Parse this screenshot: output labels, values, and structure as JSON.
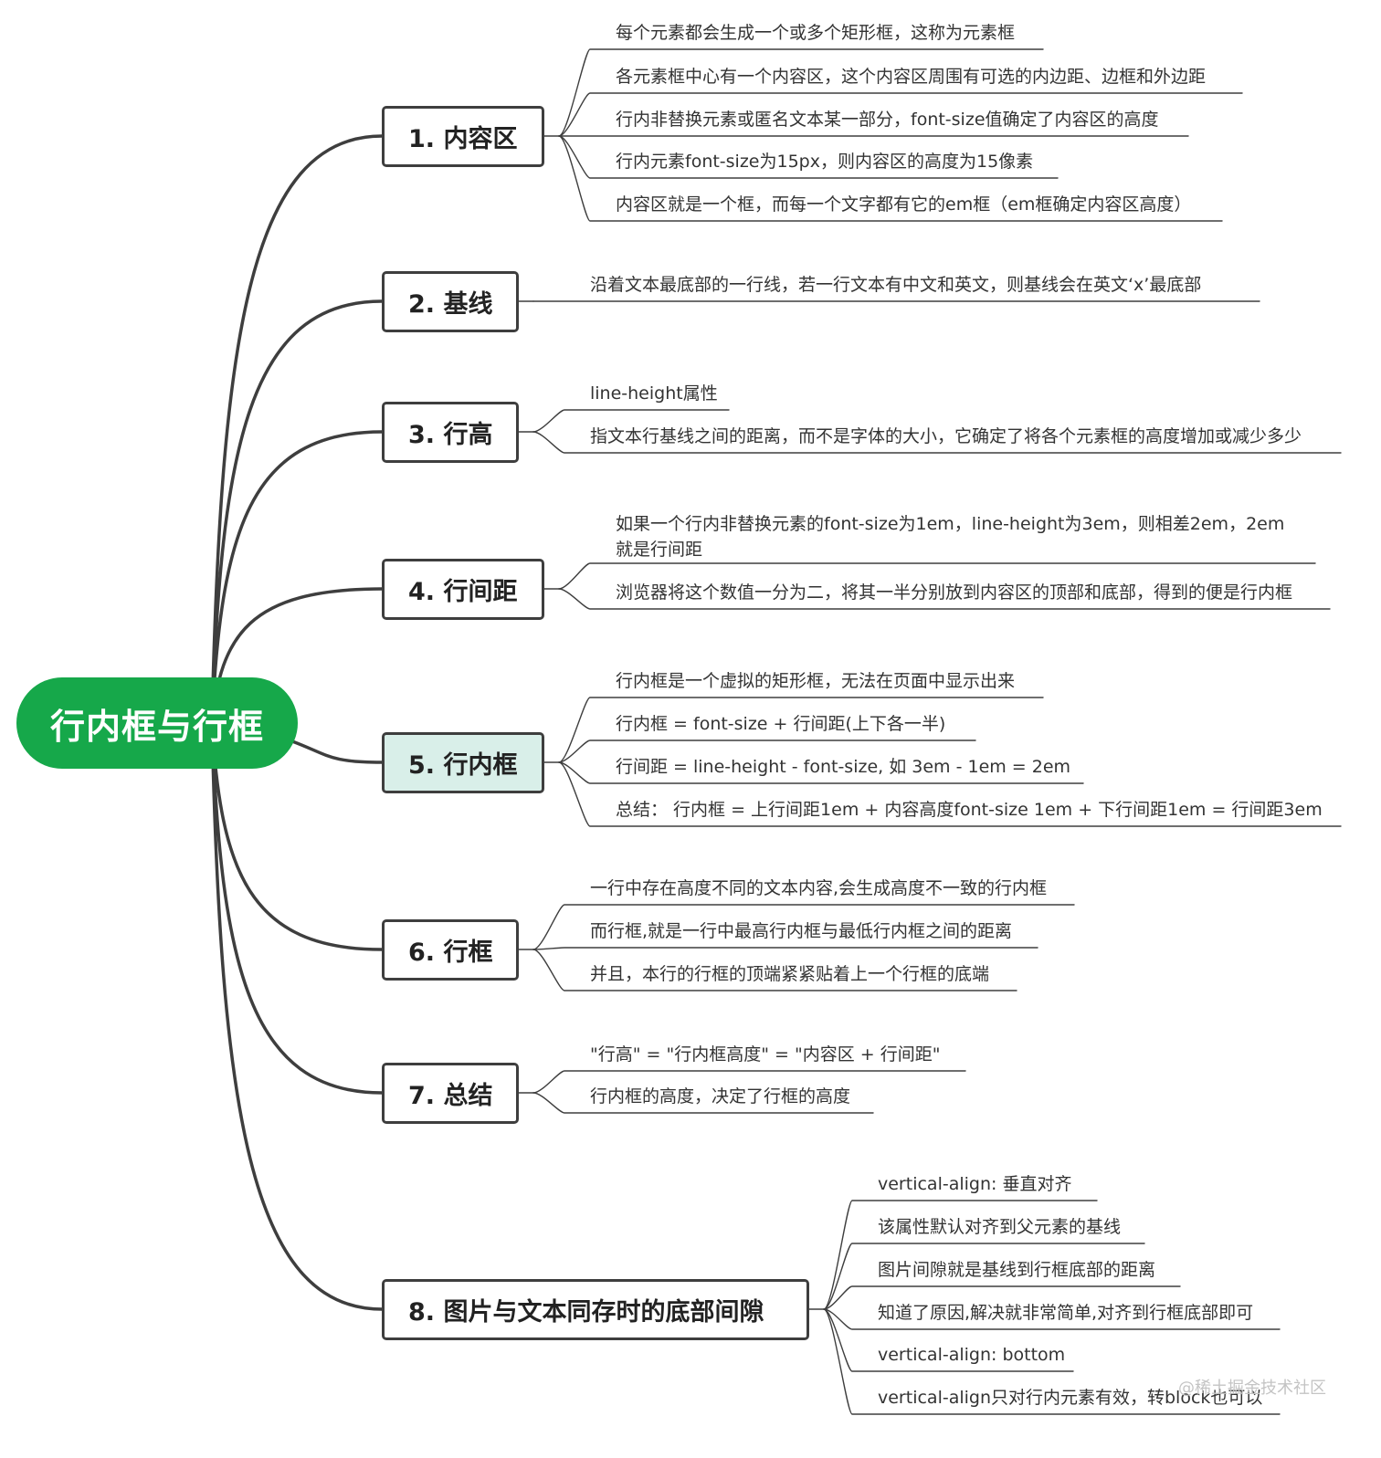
{
  "root": {
    "label": "行内框与行框"
  },
  "topics": [
    {
      "label": "1. 内容区",
      "leaves": [
        "每个元素都会生成一个或多个矩形框，这称为元素框",
        "各元素框中心有一个内容区，这个内容区周围有可选的内边距、边框和外边距",
        "行内非替换元素或匿名文本某一部分，font-size值确定了内容区的高度",
        "行内元素font-size为15px，则内容区的高度为15像素",
        "内容区就是一个框，而每一个文字都有它的em框（em框确定内容区高度）"
      ]
    },
    {
      "label": "2. 基线",
      "leaves": [
        "沿着文本最底部的一行线，若一行文本有中文和英文，则基线会在英文‘x’最底部"
      ]
    },
    {
      "label": "3. 行高",
      "leaves": [
        "line-height属性",
        "指文本行基线之间的距离，而不是字体的大小，它确定了将各个元素框的高度增加或减少多少"
      ]
    },
    {
      "label": "4. 行间距",
      "leaves": [
        "如果一个行内非替换元素的font-size为1em，line-height为3em，则相差2em，2em",
        "就是行间距",
        "浏览器将这个数值一分为二，将其一半分别放到内容区的顶部和底部，得到的便是行内框"
      ]
    },
    {
      "label": "5. 行内框",
      "leaves": [
        "行内框是一个虚拟的矩形框，无法在页面中显示出来",
        "行内框 = font-size + 行间距(上下各一半)",
        "行间距 = line-height - font-size, 如 3em - 1em = 2em",
        "总结： 行内框 = 上行间距1em + 内容高度font-size 1em + 下行间距1em = 行间距3em"
      ]
    },
    {
      "label": "6. 行框",
      "leaves": [
        "一行中存在高度不同的文本内容,会生成高度不一致的行内框",
        "而行框,就是一行中最高行内框与最低行内框之间的距离",
        "并且，本行的行框的顶端紧紧贴着上一个行框的底端"
      ]
    },
    {
      "label": "7. 总结",
      "leaves": [
        "\"行高\" = \"行内框高度\" = \"内容区 + 行间距\"",
        "行内框的高度，决定了行框的高度"
      ]
    },
    {
      "label": "8. 图片与文本同存时的底部间隙",
      "leaves": [
        "vertical-align: 垂直对齐",
        "该属性默认对齐到父元素的基线",
        "图片间隙就是基线到行框底部的距离",
        "知道了原因,解决就非常简单,对齐到行框底部即可",
        "vertical-align: bottom",
        "vertical-align只对行内元素有效，转block也可以"
      ]
    }
  ],
  "watermark": "@稀土掘金技术社区",
  "colors": {
    "root": "#16a84a",
    "active_topic": "#d9efe9",
    "line": "#3e3e3e"
  }
}
